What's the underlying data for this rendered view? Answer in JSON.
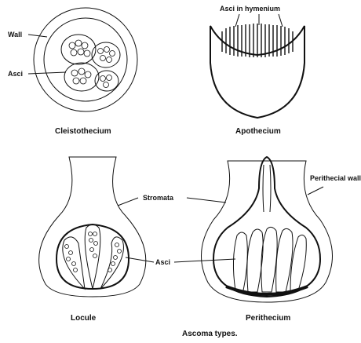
{
  "caption": "Ascoma types.",
  "panels": {
    "cleistothecium": {
      "title": "Cleistothecium",
      "labels": {
        "wall": "Wall",
        "asci": "Asci"
      }
    },
    "apothecium": {
      "title": "Apothecium",
      "labels": {
        "asci_in_hymenium": "Asci in hymenium"
      }
    },
    "locule": {
      "title": "Locule"
    },
    "perithecium": {
      "title": "Perithecium",
      "labels": {
        "perithecial_wall": "Perithecial wall"
      }
    }
  },
  "shared_labels": {
    "stromata": "Stromata",
    "asci": "Asci"
  }
}
